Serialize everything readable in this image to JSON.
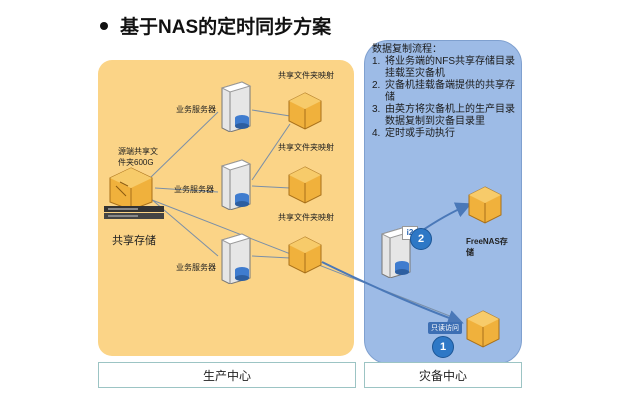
{
  "title": "基于NAS的定时同步方案",
  "production": {
    "zone_label": "生产中心",
    "storage_name": "源端共享文件夹600G",
    "storage_name_line1": "源端共享文",
    "storage_name_line2": "件夹600G",
    "storage_label": "共享存储",
    "servers": [
      "业务服务器",
      "业务服务器",
      "业务服务器"
    ],
    "mappings": [
      "共享文件夹映射",
      "共享文件夹映射",
      "共享文件夹映射"
    ]
  },
  "disaster_recovery": {
    "zone_label": "灾备中心",
    "process_title": "数据复制流程：",
    "steps": [
      {
        "num": "1.",
        "text": "将业务端的NFS共享存储目录挂载至灾备机"
      },
      {
        "num": "2.",
        "text": "灾备机挂载备端提供的共享存储"
      },
      {
        "num": "3.",
        "text": "由英方将灾备机上的生产目录数据复制到灾备目录里"
      },
      {
        "num": "4.",
        "text": "定时或手动执行"
      }
    ],
    "freenas_line1": "FreeNAS存",
    "freenas_line2": "储",
    "readonly_tag": "只读访问",
    "circle_1": "1",
    "circle_2": "2",
    "i2_logo": "i2"
  },
  "colors": {
    "production_bg": "#fbd487",
    "dr_bg": "#9dbbe6",
    "arrow": "#4a78b8",
    "box": "#e8a630"
  }
}
